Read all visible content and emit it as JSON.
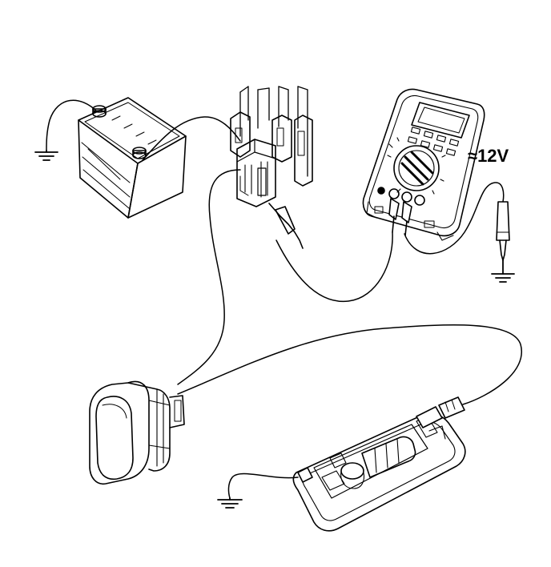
{
  "diagram": {
    "voltage_reading": "≈12V",
    "stroke_color": "#000000",
    "background_color": "#ffffff",
    "components": [
      "battery",
      "fuse-box-connector",
      "digital-multimeter",
      "test-probe",
      "switch",
      "lamp-assembly",
      "ground-symbol"
    ]
  }
}
